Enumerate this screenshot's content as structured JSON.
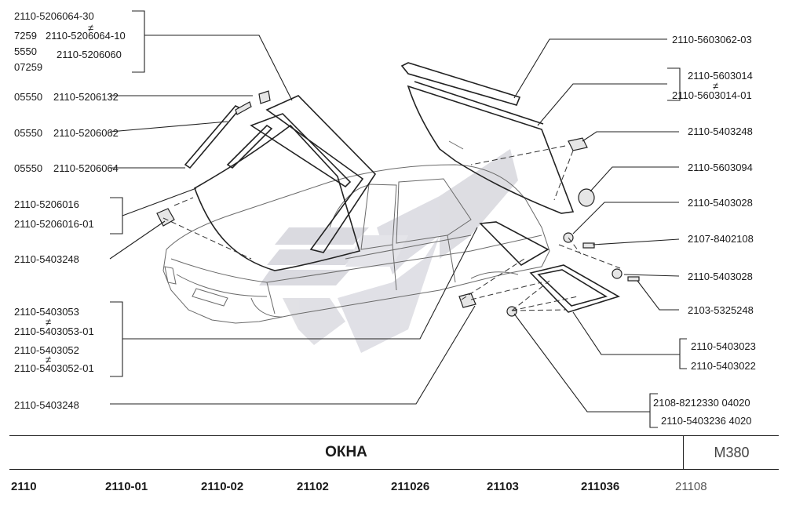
{
  "labels": {
    "l1": "2110-5206064-30",
    "l2a": "7259",
    "l2b": "2110-5206064-10",
    "l3a": "5550",
    "l3b": "2110-5206060",
    "l4": "07259",
    "l5a": "05550",
    "l5b": "2110-5206132",
    "l6a": "05550",
    "l6b": "2110-5206062",
    "l7a": "05550",
    "l7b": "2110-5206064",
    "l8": "2110-5206016",
    "l9": "2110-5206016-01",
    "l10": "2110-5403248",
    "l11": "2110-5403053",
    "l12": "2110-5403053-01",
    "l13": "2110-5403052",
    "l14": "2110-5403052-01",
    "l15": "2110-5403248",
    "r1": "2110-5603062-03",
    "r2": "2110-5603014",
    "r3": "2110-5603014-01",
    "r4": "2110-5403248",
    "r5": "2110-5603094",
    "r6": "2110-5403028",
    "r7": "2107-8402108",
    "r8": "2110-5403028",
    "r9": "2103-5325248",
    "r10": "2110-5403023",
    "r11": "2110-5403022",
    "r12": "2108-8212330 04020",
    "r13": "2110-5403236 4020",
    "neq": "≠"
  },
  "footer": {
    "title": "ОКНА",
    "code": "М380"
  },
  "models": [
    "2110",
    "2110-01",
    "2110-02",
    "21102",
    "211026",
    "21103",
    "211036",
    "21108"
  ]
}
